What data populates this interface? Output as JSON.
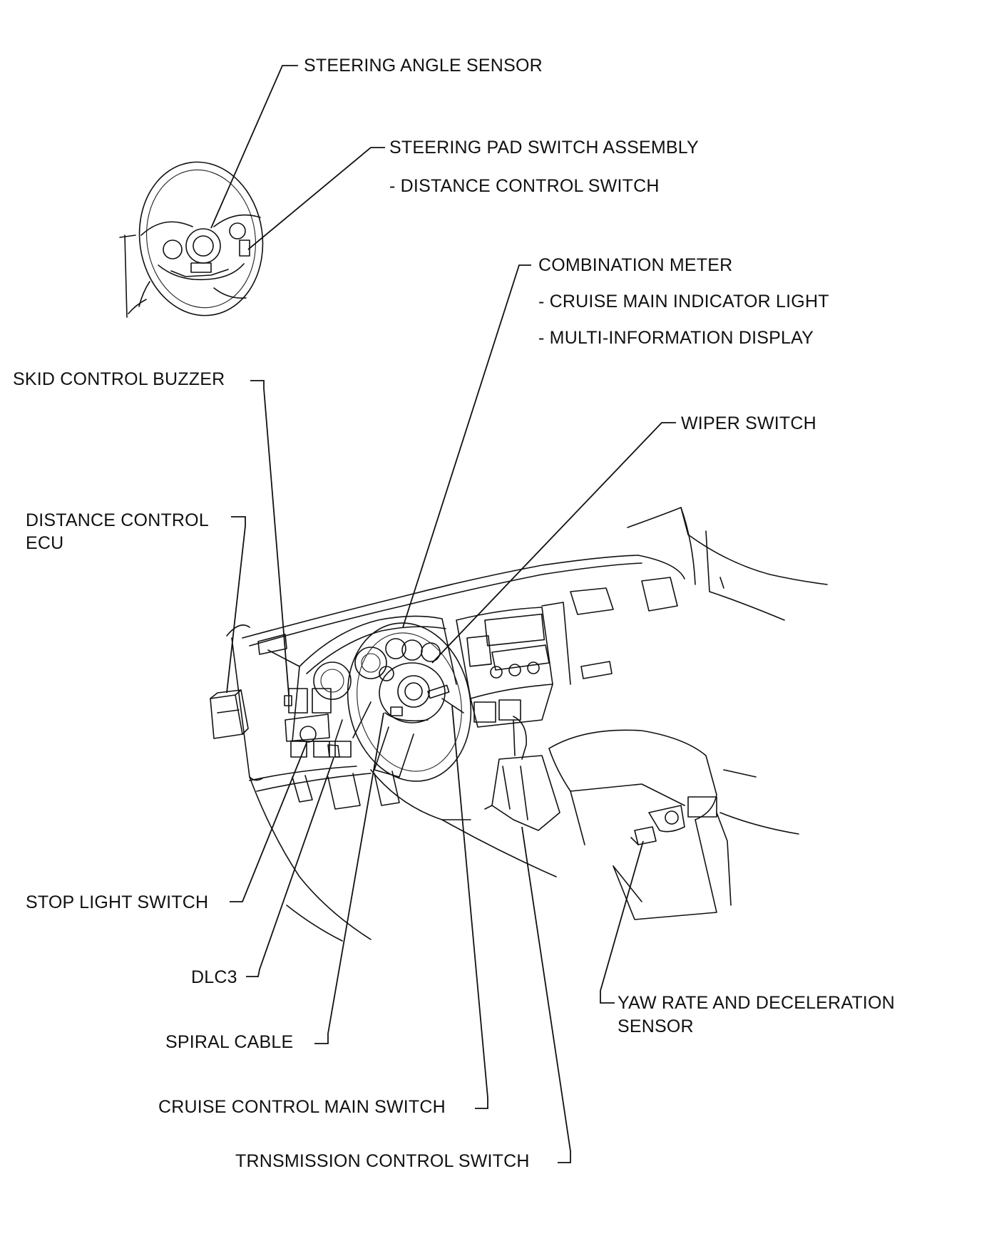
{
  "labels": {
    "steering_angle_sensor": "STEERING ANGLE SENSOR",
    "steering_pad_switch": "STEERING PAD SWITCH ASSEMBLY",
    "distance_control_switch": "- DISTANCE CONTROL SWITCH",
    "combination_meter": "COMBINATION METER",
    "cruise_main_indicator": "- CRUISE MAIN INDICATOR LIGHT",
    "multi_information_display": "- MULTI-INFORMATION DISPLAY",
    "skid_control_buzzer": "SKID CONTROL BUZZER",
    "wiper_switch": "WIPER SWITCH",
    "distance_control_ecu_line1": "DISTANCE CONTROL",
    "distance_control_ecu_line2": "ECU",
    "stop_light_switch": "STOP LIGHT SWITCH",
    "dlc3": "DLC3",
    "spiral_cable": "SPIRAL CABLE",
    "cruise_control_main_switch": "CRUISE CONTROL MAIN SWITCH",
    "transmission_control_switch": "TRNSMISSION CONTROL SWITCH",
    "yaw_rate_line1": "YAW RATE AND DECELERATION",
    "yaw_rate_line2": "SENSOR"
  }
}
